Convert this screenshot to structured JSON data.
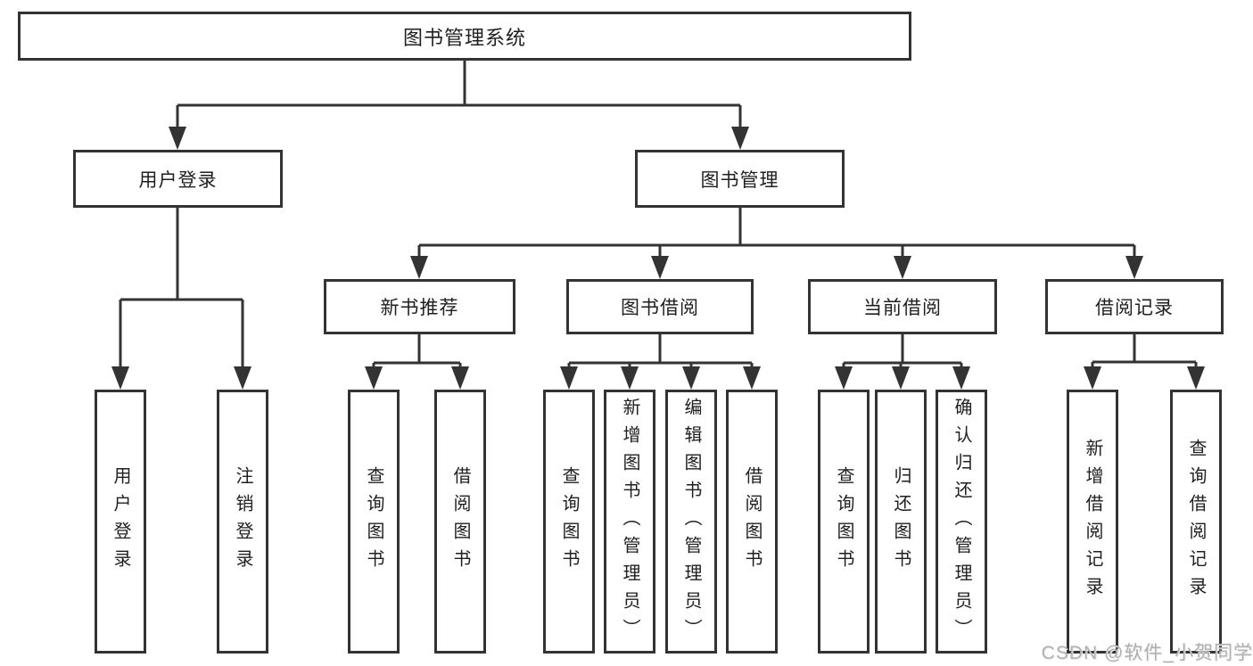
{
  "diagram": {
    "watermark": "CSDN @软件_小贺同学",
    "colors": {
      "line": "#333333",
      "box_border": "#333333",
      "text": "#1f1f1f",
      "watermark": "#b0b0b0",
      "background": "#ffffff"
    },
    "nodes": {
      "root": {
        "label": "图书管理系统"
      },
      "user_login": {
        "label": "用户登录"
      },
      "book_mgmt": {
        "label": "图书管理"
      },
      "new_book_rec": {
        "label": "新书推荐"
      },
      "book_borrow": {
        "label": "图书借阅"
      },
      "current_borrow": {
        "label": "当前借阅"
      },
      "borrow_records": {
        "label": "借阅记录"
      },
      "leaf_user_login": {
        "label": "用户登录"
      },
      "leaf_logout": {
        "label": "注销登录"
      },
      "leaf_query_books_rec": {
        "label": "查询图书"
      },
      "leaf_borrow_books_rec": {
        "label": "借阅图书"
      },
      "leaf_query_books_borrow": {
        "label": "查询图书"
      },
      "leaf_add_books": {
        "label": "新增图书（管理员）"
      },
      "leaf_edit_books": {
        "label": "编辑图书（管理员）"
      },
      "leaf_borrow_books": {
        "label": "借阅图书"
      },
      "leaf_query_books_current": {
        "label": "查询图书"
      },
      "leaf_return_books": {
        "label": "归还图书"
      },
      "leaf_confirm_return": {
        "label": "确认归还（管理员）"
      },
      "leaf_add_borrow_record": {
        "label": "新增借阅记录"
      },
      "leaf_query_borrow_record": {
        "label": "查询借阅记录"
      }
    },
    "edges": [
      {
        "from": "图书管理系统",
        "to": "用户登录"
      },
      {
        "from": "图书管理系统",
        "to": "图书管理"
      },
      {
        "from": "用户登录",
        "to": "用户登录"
      },
      {
        "from": "用户登录",
        "to": "注销登录"
      },
      {
        "from": "图书管理",
        "to": "新书推荐"
      },
      {
        "from": "图书管理",
        "to": "图书借阅"
      },
      {
        "from": "图书管理",
        "to": "当前借阅"
      },
      {
        "from": "图书管理",
        "to": "借阅记录"
      },
      {
        "from": "新书推荐",
        "to": "查询图书"
      },
      {
        "from": "新书推荐",
        "to": "借阅图书"
      },
      {
        "from": "图书借阅",
        "to": "查询图书"
      },
      {
        "from": "图书借阅",
        "to": "新增图书（管理员）"
      },
      {
        "from": "图书借阅",
        "to": "编辑图书（管理员）"
      },
      {
        "from": "图书借阅",
        "to": "借阅图书"
      },
      {
        "from": "当前借阅",
        "to": "查询图书"
      },
      {
        "from": "当前借阅",
        "to": "归还图书"
      },
      {
        "from": "当前借阅",
        "to": "确认归还（管理员）"
      },
      {
        "from": "借阅记录",
        "to": "新增借阅记录"
      },
      {
        "from": "借阅记录",
        "to": "查询借阅记录"
      }
    ]
  }
}
